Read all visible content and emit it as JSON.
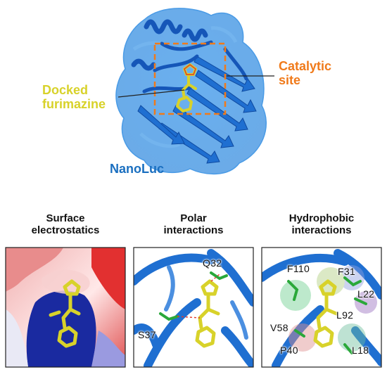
{
  "top": {
    "ligand_label_line1": "Docked",
    "ligand_label_line2": "furimazine",
    "site_label_line1": "Catalytic",
    "site_label_line2": "site",
    "protein_label": "NanoLuc"
  },
  "panels": [
    {
      "title_line1": "Surface",
      "title_line2": "electrostatics",
      "residues": []
    },
    {
      "title_line1": "Polar",
      "title_line2": "interactions",
      "residues": [
        "Q32",
        "S37"
      ]
    },
    {
      "title_line1": "Hydrophobic",
      "title_line2": "interactions",
      "residues": [
        "F110",
        "F31",
        "L22",
        "L92",
        "V58",
        "P40",
        "L18"
      ]
    }
  ],
  "colors": {
    "protein_blue": "#1f6fd1",
    "ligand_yellow": "#d8d22a",
    "site_orange": "#f07a1a",
    "label_blue": "#1a6fc0"
  }
}
